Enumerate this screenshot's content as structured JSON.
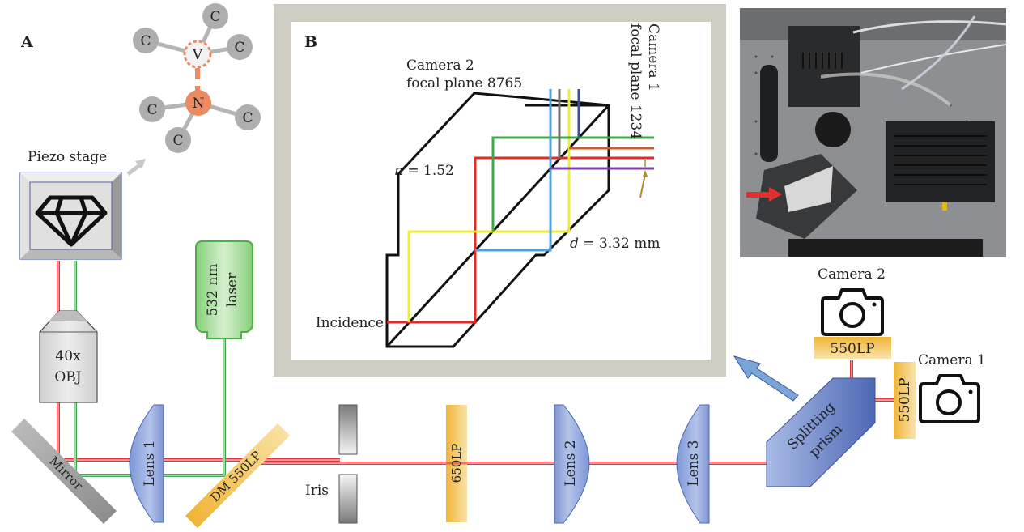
{
  "panels": {
    "a_label": "A",
    "b_label": "B"
  },
  "molecule": {
    "vacancy_label": "V",
    "nitrogen_label": "N",
    "carbon_label": "C",
    "colors": {
      "carbon": "#aeaeae",
      "nitrogen": "#ec8a62",
      "vacancy_ring": "#ec8a62",
      "bond": "#b5b5b5"
    }
  },
  "components": {
    "piezo_stage": "Piezo stage",
    "objective_line1": "40x",
    "objective_line2": "OBJ",
    "laser_line1": "532 nm",
    "laser_line2": "laser",
    "mirror": "Mirror",
    "lens1": "Lens 1",
    "dichroic": "DM 550LP",
    "iris": "Iris",
    "filter_650": "650LP",
    "lens2": "Lens 2",
    "lens3": "Lens 3",
    "prism_line1": "Splitting",
    "prism_line2": "prism",
    "camera2": "Camera 2",
    "camera1": "Camera 1",
    "filter_cam2": "550LP",
    "filter_cam1": "550LP"
  },
  "panel_b": {
    "camera2_line1": "Camera 2",
    "camera2_line2": "focal plane 8765",
    "camera1_line1": "Camera 1",
    "camera1_line2": "focal plane 1234",
    "refractive_index_symbol": "n",
    "refractive_index_value": " = 1.52",
    "distance_symbol": "d",
    "distance_value": " = 3.32 mm",
    "incidence": "Incidence",
    "ray_colors": {
      "red": "#e32a2a",
      "green": "#3ba84a",
      "yellow": "#eeee36",
      "blue": "#4aa3dd",
      "gray": "#6f6f6f",
      "navy": "#3b4e9a",
      "orange": "#c0602a",
      "purple": "#7e3fa8",
      "dimension": "#b08a2c"
    }
  },
  "colors": {
    "beam_red": "#e2333a",
    "beam_green": "#3fae4e",
    "lens_blue": "#8ea6dc",
    "filter_yellow": "#f3c04a",
    "frame_gray": "#cfccc2",
    "arrow_blue": "#7aa5d8"
  }
}
